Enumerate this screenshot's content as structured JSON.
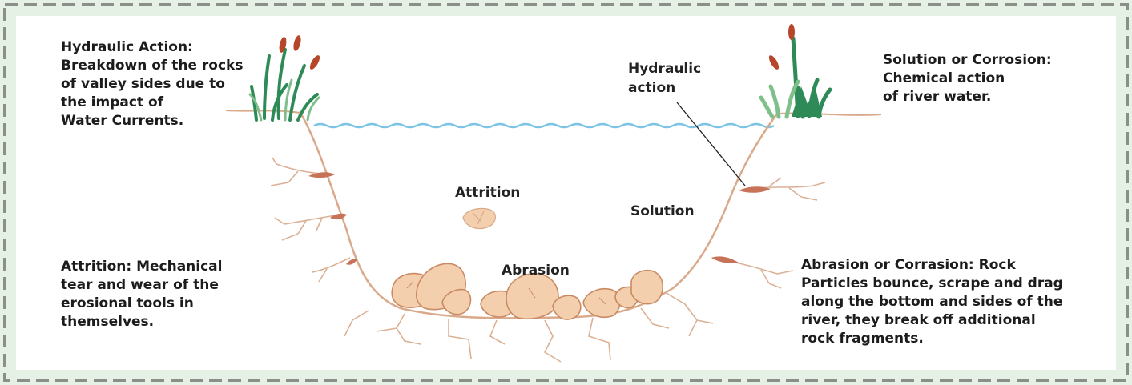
{
  "descriptions": {
    "hydraulic": {
      "heading": "Hydraulic Action:",
      "lines": [
        "Breakdown of the rocks",
        "of valley sides due to",
        "the impact of",
        "Water Currents."
      ]
    },
    "solution": {
      "heading": "Solution or Corrosion:",
      "lines": [
        "Chemical action",
        "of river water."
      ]
    },
    "attrition": {
      "heading": "Attrition:",
      "first_line_rest": " Mechanical",
      "lines": [
        "tear and wear of the",
        "erosional tools in",
        "themselves."
      ]
    },
    "abrasion": {
      "heading": "Abrasion or Corrasion:",
      "first_line_rest": " Rock",
      "lines": [
        "Particles bounce, scrape and drag",
        "along the bottom and sides of the",
        "river, they break off additional",
        "rock fragments."
      ]
    }
  },
  "labels": {
    "hydraulic_action": [
      "Hydraulic",
      "action"
    ],
    "attrition": "Attrition",
    "solution": "Solution",
    "abrasion": "Abrasion"
  },
  "colors": {
    "frame_bg": "#e6f1e6",
    "dash_border": "#8a8f8a",
    "valley_line": "#d9a98a",
    "water": "#7cc4e6",
    "rock_fill": "#f3cfae",
    "rock_stroke": "#c98a63",
    "erosion_patch": "#c7735a",
    "grass_dark": "#2e8b57",
    "grass_light": "#7fbf8a",
    "cattail": "#b5462a"
  }
}
